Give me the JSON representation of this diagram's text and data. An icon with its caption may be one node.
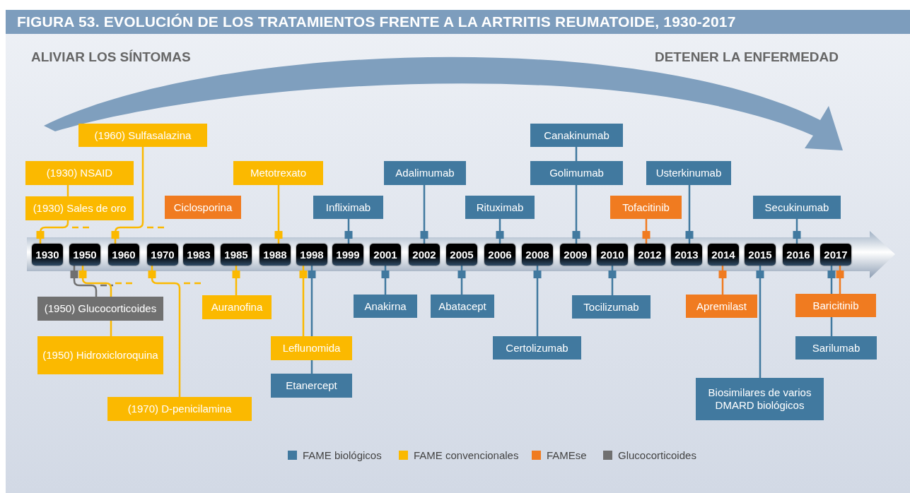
{
  "diagram": {
    "title": "FIGURA 53. EVOLUCIÓN DE LOS TRATAMIENTOS FRENTE A LA ARTRITIS REUMATOIDE, 1930-2017",
    "nodes": [
      {
        "text": [
          "(1930) NSAID"
        ]
      },
      {
        "text": [
          "(1930) Sales de oro"
        ]
      },
      {
        "text": [
          "(1960) Sulfasalazina"
        ]
      },
      {
        "text": [
          "Ciclosporina"
        ]
      },
      {
        "text": [
          "Metotrexato"
        ]
      },
      {
        "text": [
          "Infliximab"
        ]
      },
      {
        "text": [
          "Adalimumab"
        ]
      },
      {
        "text": [
          "Rituximab"
        ]
      },
      {
        "text": [
          "Canakinumab"
        ]
      },
      {
        "text": [
          "Golimumab"
        ]
      },
      {
        "text": [
          "Tofacitinib"
        ]
      },
      {
        "text": [
          "Usterkinumab"
        ]
      },
      {
        "text": [
          "Secukinumab"
        ]
      },
      {
        "text": [
          "(1950) Glucocorticoides"
        ]
      },
      {
        "text": [
          "(1950) Hidroxicloroquina"
        ]
      },
      {
        "text": [
          "(1970) D-penicilamina"
        ]
      },
      {
        "text": [
          "Auranofina"
        ]
      },
      {
        "text": [
          "Leflunomida"
        ]
      },
      {
        "text": [
          "Etanercept"
        ]
      },
      {
        "text": [
          "Anakirna"
        ]
      },
      {
        "text": [
          "Abatacept"
        ]
      },
      {
        "text": [
          "Certolizumab"
        ]
      },
      {
        "text": [
          "Tocilizumab"
        ]
      },
      {
        "text": [
          "Apremilast"
        ]
      },
      {
        "text": [
          "Baricitinib"
        ]
      },
      {
        "text": [
          "Sarilumab"
        ]
      },
      {
        "text": [
          "Biosimilares de varios DMARD biológicos"
        ]
      },
      {
        "text": [
          "1930"
        ]
      },
      {
        "text": [
          "1950"
        ]
      },
      {
        "text": [
          "1960"
        ]
      },
      {
        "text": [
          "1970"
        ]
      },
      {
        "text": [
          "1983"
        ]
      },
      {
        "text": [
          "1985"
        ]
      },
      {
        "text": [
          "1988"
        ]
      },
      {
        "text": [
          "1998"
        ]
      },
      {
        "text": [
          "1999"
        ]
      },
      {
        "text": [
          "2001"
        ]
      },
      {
        "text": [
          "2002"
        ]
      },
      {
        "text": [
          "2005"
        ]
      },
      {
        "text": [
          "2006"
        ]
      },
      {
        "text": [
          "2008"
        ]
      },
      {
        "text": [
          "2009"
        ]
      },
      {
        "text": [
          "2010"
        ]
      },
      {
        "text": [
          "2012"
        ]
      },
      {
        "text": [
          "2013"
        ]
      },
      {
        "text": [
          "2014"
        ]
      },
      {
        "text": [
          "2015"
        ]
      },
      {
        "text": [
          "2016"
        ]
      },
      {
        "text": [
          "2017"
        ]
      }
    ],
    "edges": [
      {
        "from": 0,
        "to": 1,
        "arrow": "none",
        "color": "#fbb900"
      },
      {
        "from": 1,
        "to": 27,
        "arrow": "other",
        "color": "#fbb900"
      },
      {
        "from": 2,
        "to": 29,
        "arrow": "other",
        "color": "#fbb900"
      },
      {
        "from": 4,
        "to": 33,
        "arrow": "other",
        "color": "#fbb900"
      },
      {
        "from": 5,
        "to": 35,
        "arrow": "other"
      },
      {
        "from": 6,
        "to": 37,
        "arrow": "other"
      },
      {
        "from": 7,
        "to": 39,
        "arrow": "other"
      },
      {
        "from": 8,
        "to": 9,
        "arrow": "none"
      },
      {
        "from": 9,
        "to": 41,
        "arrow": "other"
      },
      {
        "from": 10,
        "to": 43,
        "arrow": "other",
        "color": "#f07b20"
      },
      {
        "from": 11,
        "to": 44,
        "arrow": "other"
      },
      {
        "from": 12,
        "to": 47,
        "arrow": "other"
      },
      {
        "from": 13,
        "to": 28,
        "arrow": "other",
        "color": "#707070"
      },
      {
        "from": 14,
        "to": 28,
        "arrow": "other",
        "color": "#fbb900"
      },
      {
        "from": 15,
        "to": 30,
        "arrow": "other",
        "color": "#fbb900"
      },
      {
        "from": 16,
        "to": 32,
        "arrow": "other",
        "color": "#fbb900"
      },
      {
        "from": 17,
        "to": 34,
        "arrow": "other",
        "color": "#fbb900"
      },
      {
        "from": 18,
        "to": 34,
        "arrow": "other"
      },
      {
        "from": 19,
        "to": 36,
        "arrow": "other"
      },
      {
        "from": 20,
        "to": 38,
        "arrow": "other"
      },
      {
        "from": 21,
        "to": 40,
        "arrow": "other"
      },
      {
        "from": 22,
        "to": 42,
        "arrow": "other"
      },
      {
        "from": 23,
        "to": 45,
        "arrow": "other",
        "color": "#f07b20"
      },
      {
        "from": 24,
        "to": 48,
        "arrow": "other",
        "color": "#f07b20"
      },
      {
        "from": 25,
        "to": 48,
        "arrow": "other"
      },
      {
        "from": 26,
        "to": 46,
        "arrow": "other"
      }
    ],
    "labels": [
      "ALIVIAR LOS SÍNTOMAS",
      "DETENER LA ENFERMEDAD"
    ],
    "legend": [
      {
        "text": "FAME biológicos",
        "color": "#41799f"
      },
      {
        "text": "FAME convencionales",
        "color": "#fbb900"
      },
      {
        "text": "FAMEse",
        "color": "#f07b20"
      },
      {
        "text": "Glucocorticoides",
        "color": "#707070"
      }
    ]
  }
}
